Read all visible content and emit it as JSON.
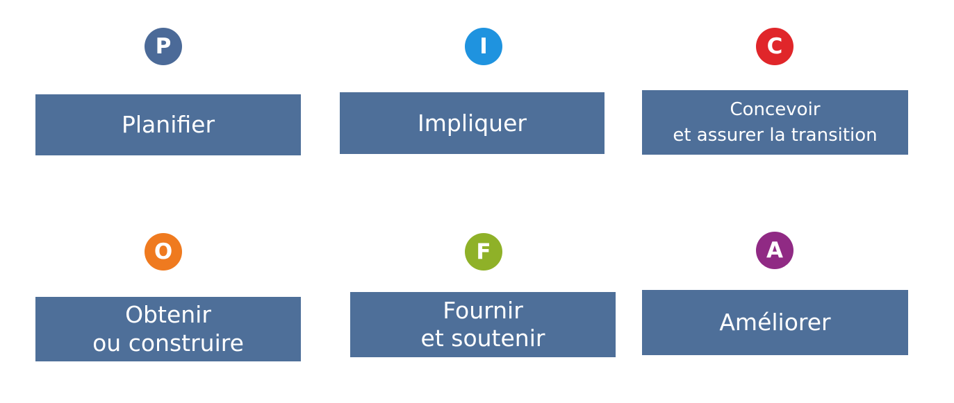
{
  "colors": {
    "box_fill": "#4e6f99",
    "text": "#ffffff"
  },
  "steps": [
    {
      "letter": "P",
      "color": "#4b6a98",
      "lines": [
        "Planifier"
      ]
    },
    {
      "letter": "I",
      "color": "#1f93df",
      "lines": [
        "Impliquer"
      ]
    },
    {
      "letter": "C",
      "color": "#e0262a",
      "lines": [
        "Concevoir",
        "et assurer la transition"
      ]
    },
    {
      "letter": "O",
      "color": "#ef7a1f",
      "lines": [
        "Obtenir",
        "ou construire"
      ]
    },
    {
      "letter": "F",
      "color": "#8fb128",
      "lines": [
        "Fournir",
        "et soutenir"
      ]
    },
    {
      "letter": "A",
      "color": "#902a84",
      "lines": [
        "Améliorer"
      ]
    }
  ]
}
